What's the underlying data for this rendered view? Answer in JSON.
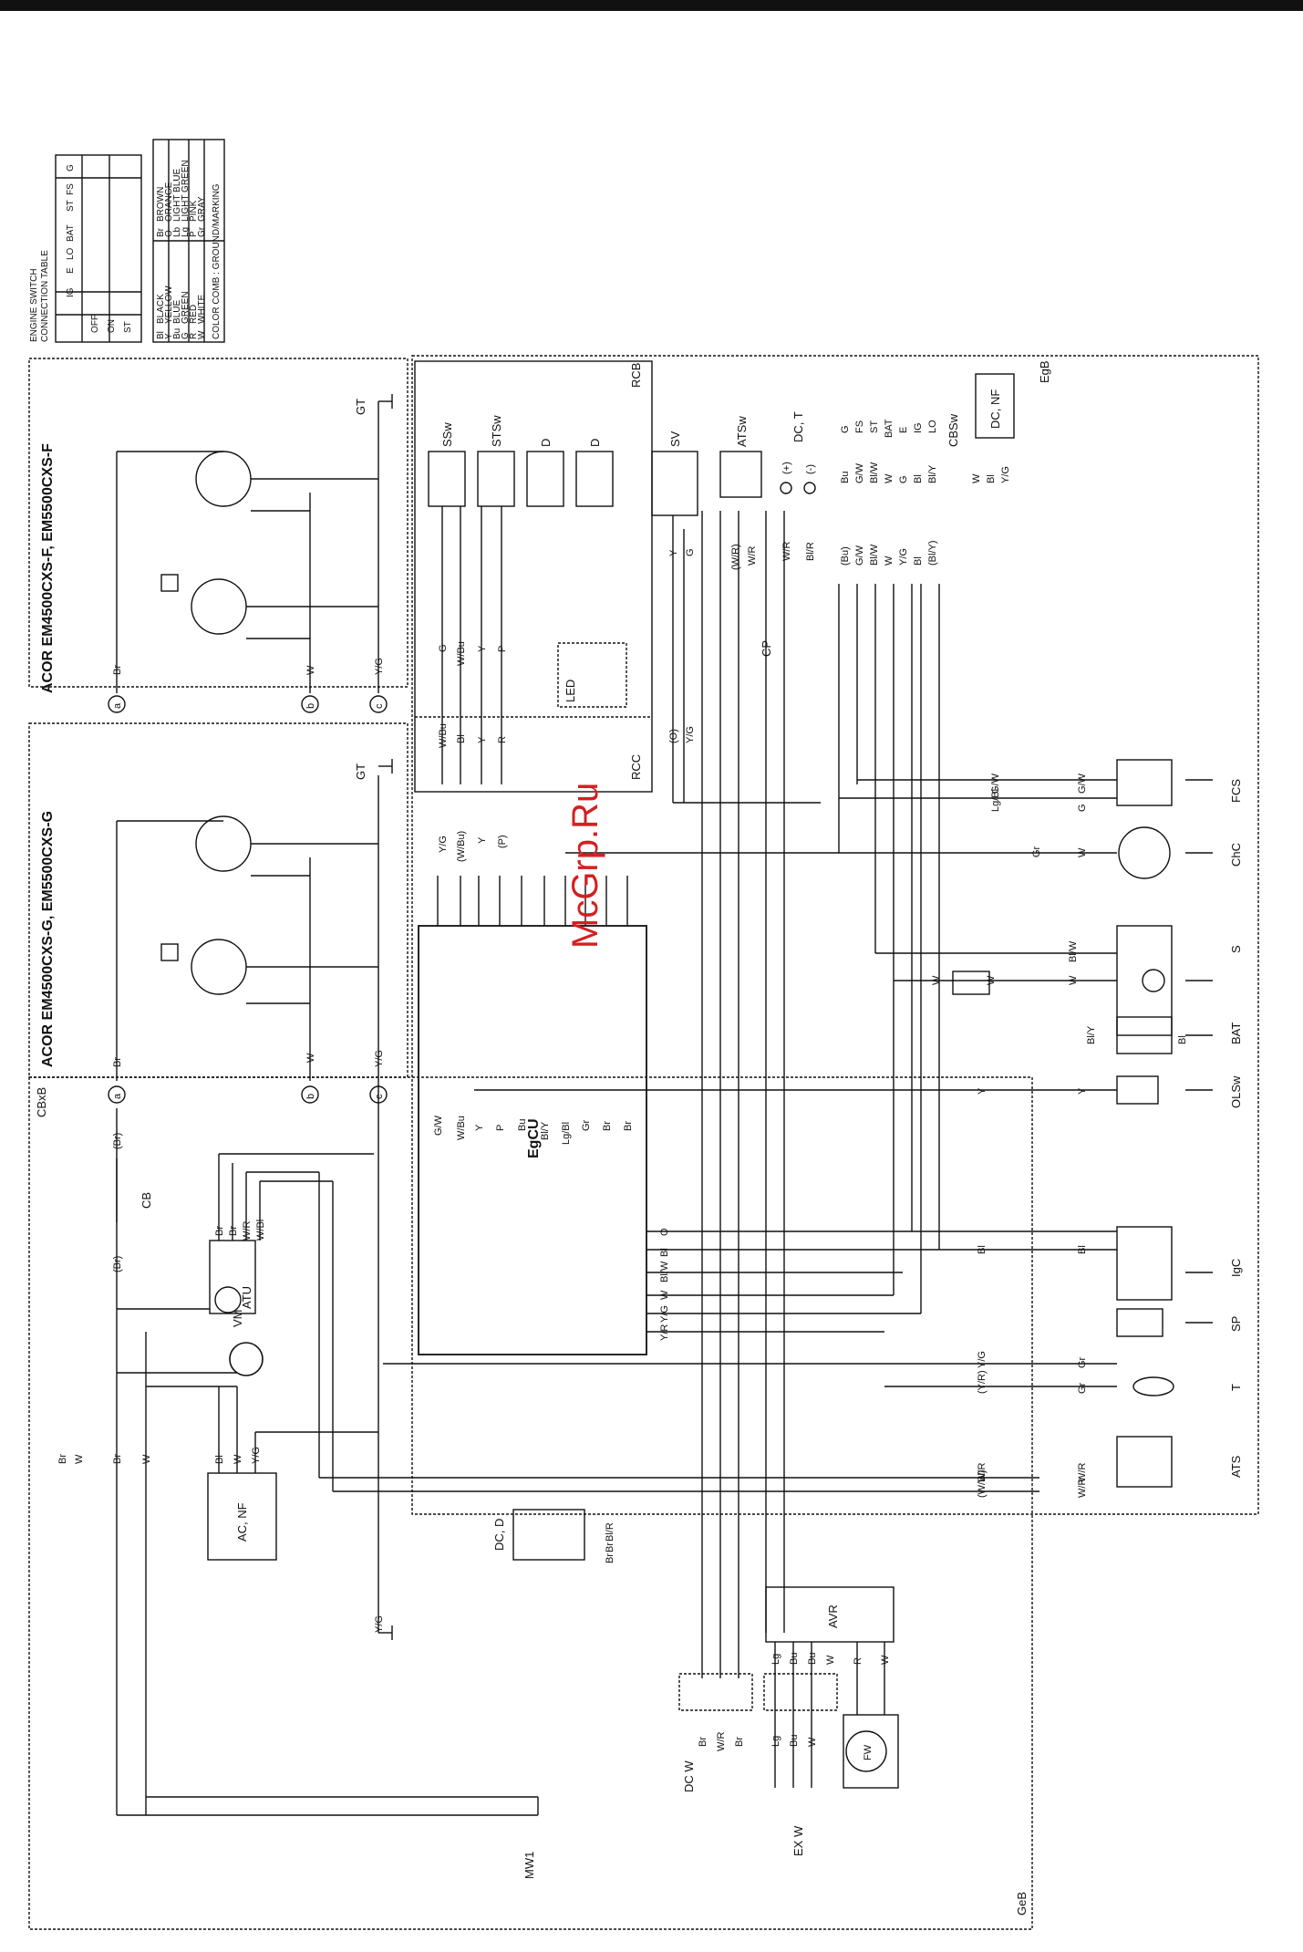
{
  "watermark": "McGrp.Ru",
  "model_f": "ACOR EM4500CXS-F, EM5500CXS-F",
  "model_g": "ACOR EM4500CXS-G, EM5500CXS-G",
  "switch_table": {
    "title1": "ENGINE SWITCH",
    "title2": "CONNECTION TABLE",
    "columns": [
      "IG",
      "E",
      "LO",
      "BAT",
      "ST",
      "FS",
      "G"
    ],
    "rows": [
      "OFF",
      "ON",
      "ST"
    ]
  },
  "color_legend": [
    {
      "code": "Bl",
      "name": "BLACK"
    },
    {
      "code": "Y",
      "name": "YELLOW"
    },
    {
      "code": "Bu",
      "name": "BLUE"
    },
    {
      "code": "G",
      "name": "GREEN"
    },
    {
      "code": "R",
      "name": "RED"
    },
    {
      "code": "W",
      "name": "WHITE"
    },
    {
      "code": "Br",
      "name": "BROWN"
    },
    {
      "code": "O",
      "name": "ORANGE"
    },
    {
      "code": "Lb",
      "name": "LIGHT BLUE"
    },
    {
      "code": "Lg",
      "name": "LIGHT GREEN"
    },
    {
      "code": "P",
      "name": "PINK"
    },
    {
      "code": "Gr",
      "name": "GRAY"
    }
  ],
  "color_note": "COLOR COMB : GROUND/MARKING",
  "boxes": {
    "rcb": "RCB",
    "rcc": "RCC",
    "egb": "EgB",
    "geb": "GeB",
    "cbxb": "CBxB",
    "egcu": "EgCU",
    "avr": "AVR",
    "atu": "ATU",
    "ac_nf": "AC, NF",
    "dc_nf": "DC, NF",
    "dc_d": "DC, D",
    "cbsw": "CBSw",
    "led": "LED",
    "cp": "CP",
    "cb": "CB",
    "vm": "VM",
    "fw": "FW",
    "dc_w": "DC W",
    "ex_w": "EX W",
    "mw1": "MW1",
    "dc_t": "DC, T"
  },
  "rcb_components": [
    "SSw",
    "STSw",
    "D",
    "D"
  ],
  "components_top": [
    "SV",
    "ATSw"
  ],
  "right_components": [
    "FCS",
    "ChC",
    "S",
    "BAT",
    "OLSw",
    "IgC",
    "SP",
    "T",
    "ATS"
  ],
  "ground": "GT",
  "refs": [
    "a",
    "b",
    "c"
  ],
  "polarity": {
    "plus": "(+)",
    "minus": "(-)"
  },
  "cbsw_pins": [
    "G",
    "FS",
    "ST",
    "BAT",
    "E",
    "IG",
    "LO"
  ],
  "cbsw_wires": [
    "Bu",
    "G/W",
    "Bl/W",
    "W",
    "G",
    "Bl",
    "Bl/Y"
  ],
  "cbsw_lower_wires": [
    "(Bu)",
    "G/W",
    "Bl/W",
    "W",
    "Y/G",
    "Bl",
    "(Bl/Y)"
  ],
  "dcnf_wires": [
    "W",
    "Bl",
    "Y/G"
  ],
  "egcu_top_wires": [
    "G/W",
    "W/Bu",
    "Y",
    "P",
    "Bu",
    "Bl/Y",
    "Lg/Bl",
    "Gr",
    "Br",
    "Br"
  ],
  "egcu_side_wires": [
    "O",
    "Bl",
    "Bl/W",
    "W",
    "Y/G",
    "Y/R"
  ],
  "rcc_lower_wires": [
    "Y/G",
    "(W/Bu)",
    "Y",
    "(P)"
  ],
  "rcc_upper_wires": [
    "W/Bu",
    "Bl",
    "Y",
    "R"
  ],
  "rcb_wires": [
    "G",
    "W/Bu",
    "Y",
    "P"
  ],
  "sv_wires": [
    "Y",
    "G"
  ],
  "sv_lower_wires": [
    "(O)",
    "Y/G"
  ],
  "atsw_wires": [
    "(W/R)",
    "W/R"
  ],
  "dct_wires": [
    "W/R",
    "Bl/R"
  ],
  "atu_wires": [
    "Br",
    "Br",
    "W/R",
    "W/Bl"
  ],
  "acnf_wires": [
    "Bl",
    "W",
    "Y/G"
  ],
  "vm_wires": [
    "Br",
    "W"
  ],
  "avr_wires": [
    "Lg",
    "Bu",
    "Bu",
    "W",
    "R",
    "W"
  ],
  "dcw_wires": [
    "Br",
    "W/R",
    "Br"
  ],
  "exw_wires": [
    "Lg",
    "Bu",
    "W"
  ],
  "dcd_wires": [
    "Bl/R",
    "Br",
    "Br"
  ],
  "right_wires": {
    "fcs": [
      "G/W",
      "G/W",
      "Lg/Bl",
      "G"
    ],
    "chc": [
      "Gr",
      "W"
    ],
    "s": [
      "Bl/W",
      "W",
      "W",
      "W"
    ],
    "bat": [
      "Bl/Y",
      "Bl"
    ],
    "olsw": [
      "Y",
      "Y"
    ],
    "igc": [
      "Bl",
      "Bl"
    ],
    "t": [
      "Y/G",
      "Gr",
      "(Y/R)",
      "Gr"
    ],
    "ats": [
      "W/R",
      "W/R",
      "(W/Bl)",
      "W/R"
    ]
  },
  "gen_wires": [
    "Br",
    "W",
    "Y/G",
    "Y/G",
    "W",
    "Br"
  ],
  "misc_labels": [
    "(Br)",
    "Br",
    "W",
    "Y/G",
    "(Br)"
  ]
}
